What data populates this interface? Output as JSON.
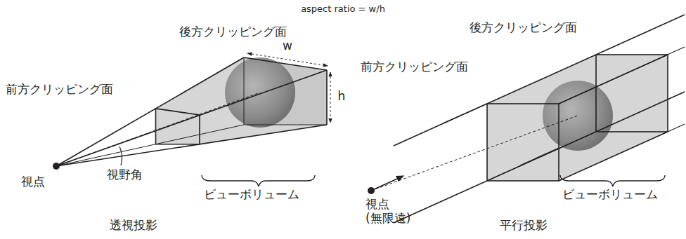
{
  "diagram": {
    "labels": [
      "aspect ratio = w/h",
      "後方クリッピング面",
      "w",
      "前方クリッピング面",
      "h",
      "視点",
      "視野角",
      "ビューボリューム",
      "透視投影",
      "後方クリッピング面",
      "前方クリッピング面",
      "視点 (無限遠)",
      "ビューボリューム",
      "平行投影"
    ]
  }
}
